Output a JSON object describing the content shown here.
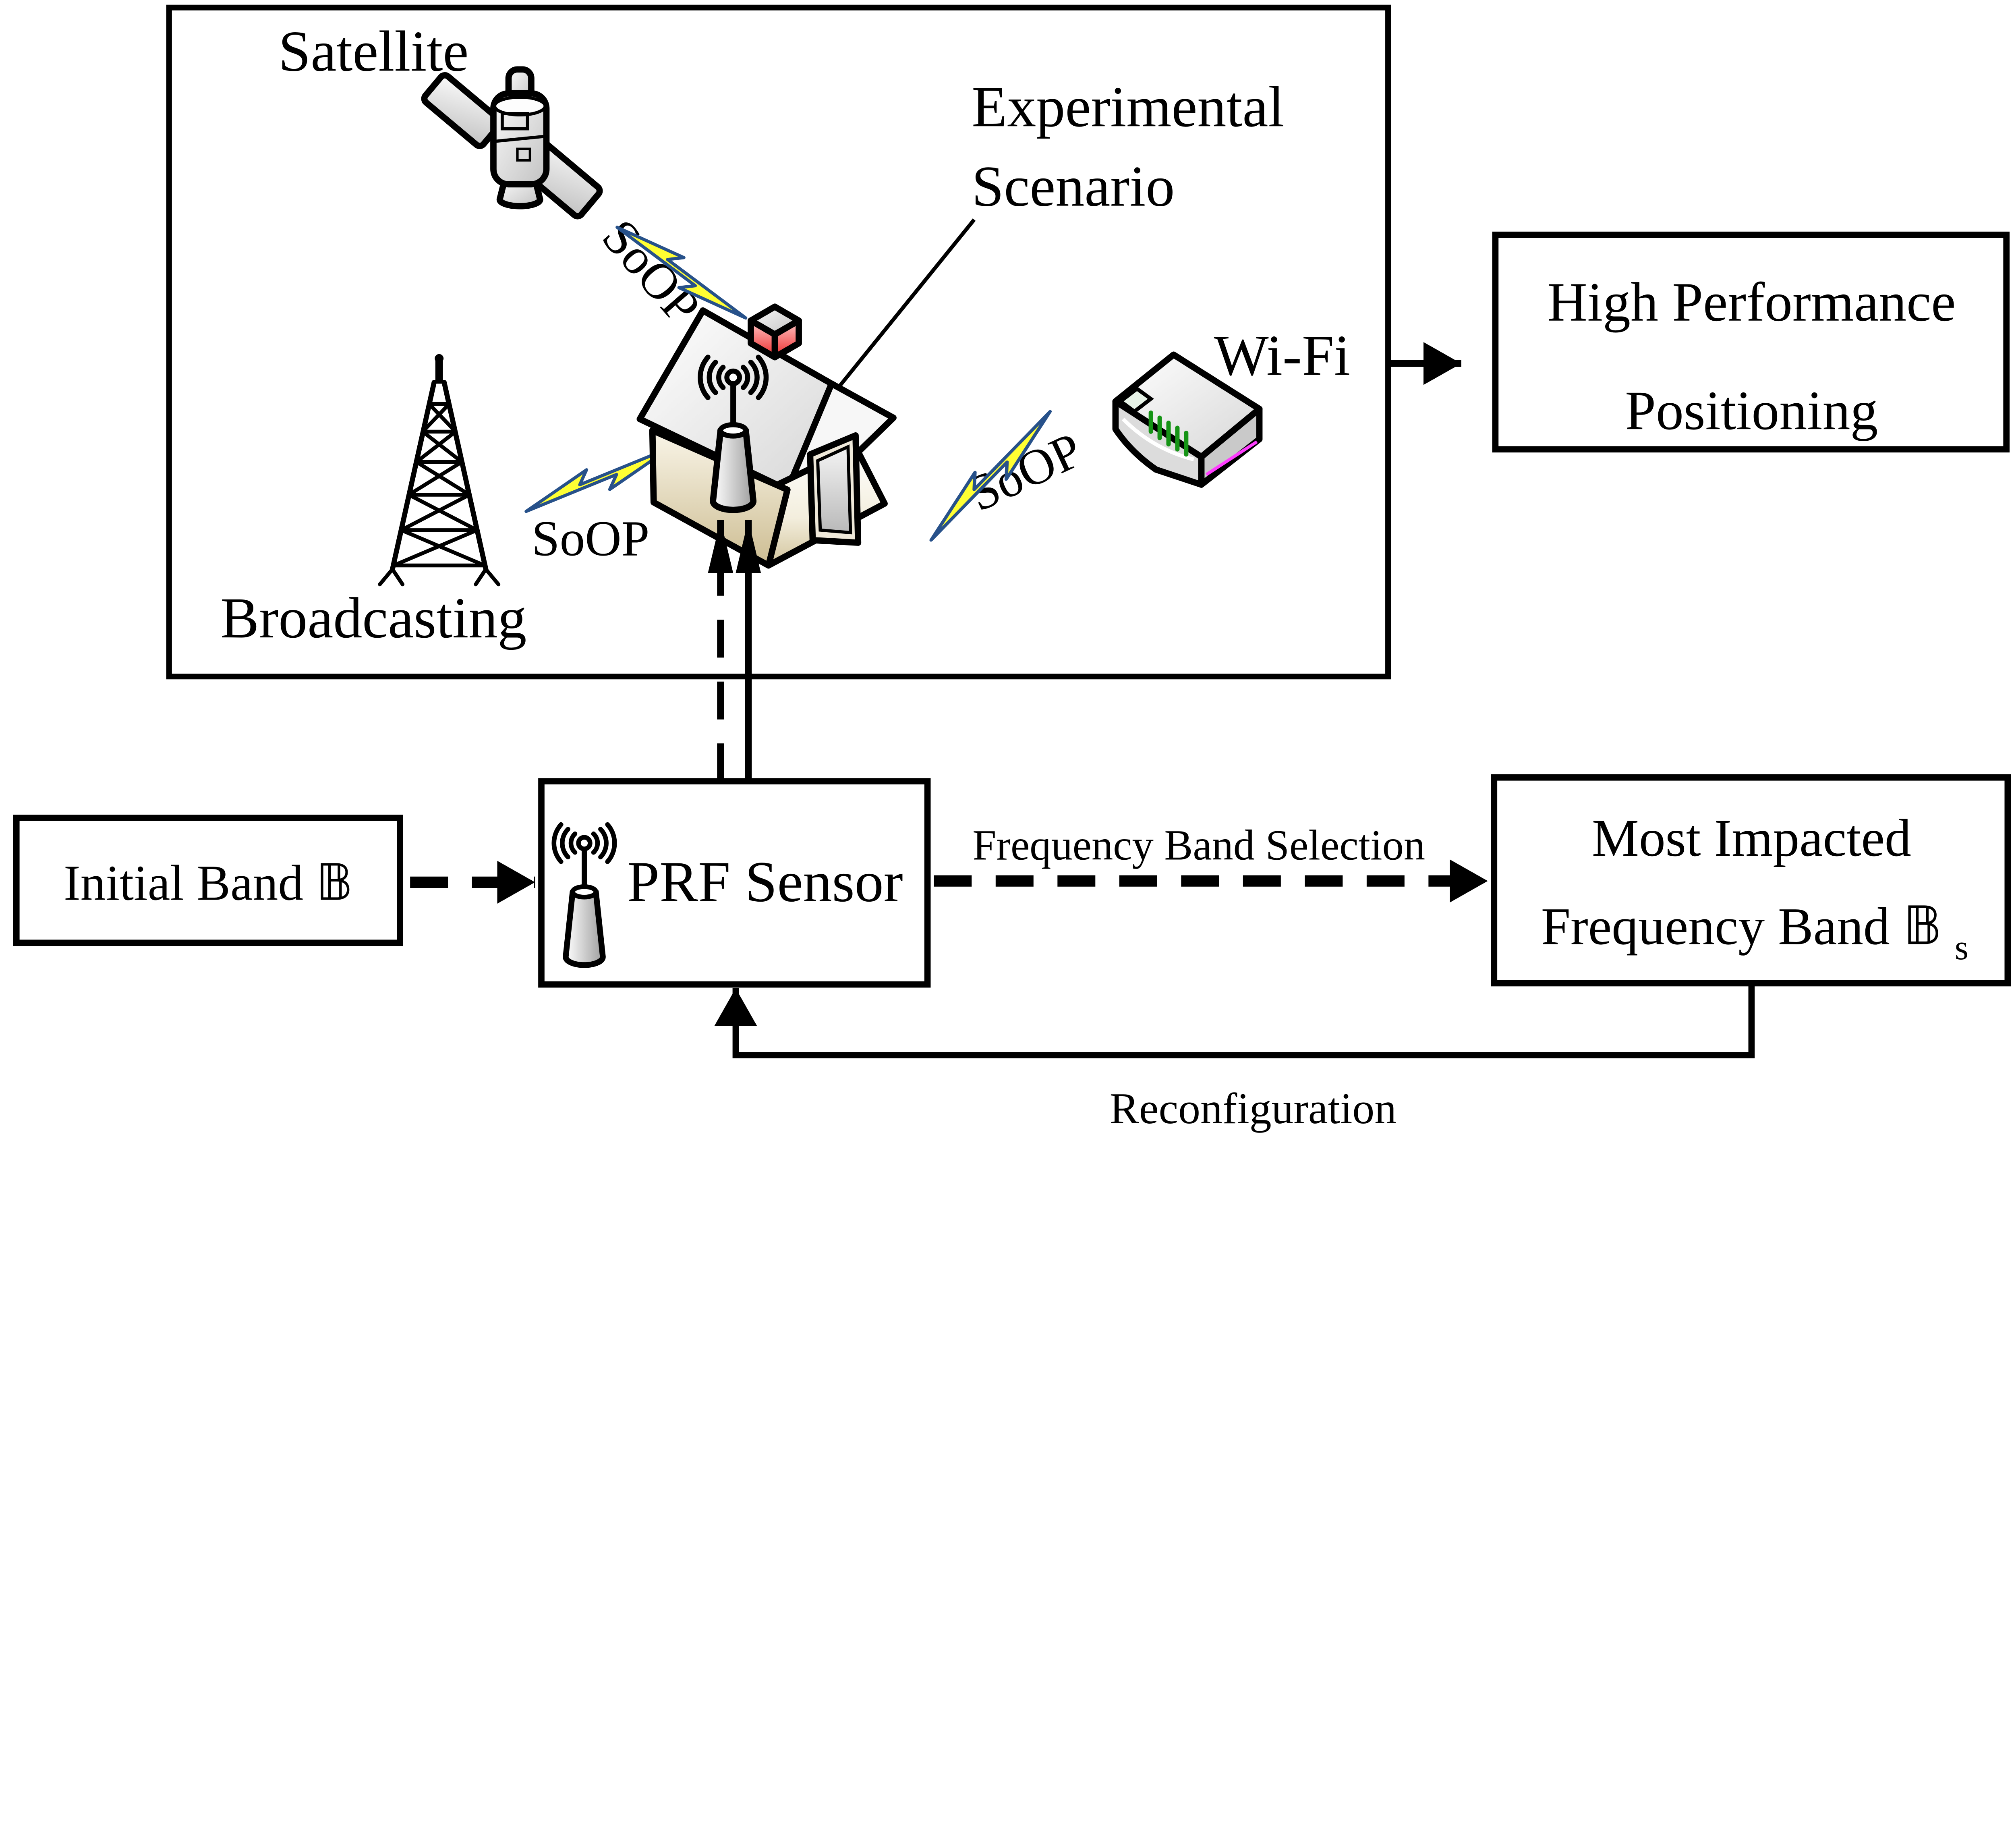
{
  "diagram": {
    "scenario": {
      "title_line1": "Experimental",
      "title_line2": "Scenario"
    },
    "sources": {
      "satellite": {
        "label": "Satellite",
        "signal_label": "SoOP"
      },
      "broadcasting": {
        "label": "Broadcasting",
        "signal_label": "SoOP"
      },
      "wifi": {
        "label": "Wi-Fi",
        "signal_label": "SoOP"
      }
    },
    "boxes": {
      "high_performance": {
        "line1": "High Performance",
        "line2": "Positioning"
      },
      "initial_band": {
        "label": "Initial Band 𝔹"
      },
      "prf_sensor": {
        "label": "PRF Sensor"
      },
      "most_impacted": {
        "line1": "Most Impacted",
        "line2": "Frequency Band 𝔹",
        "subscript": "s"
      }
    },
    "edges": {
      "frequency_band_selection": "Frequency Band Selection",
      "reconfiguration": "Reconfiguration"
    },
    "colors": {
      "ink": "#000000",
      "bolt_fill": "#FFFF33",
      "bolt_stroke": "#27518A",
      "chimney_red": "#EE2B2B",
      "led_green": "#169416",
      "door_magenta": "#FF3DFF"
    },
    "icons": [
      "satellite-icon",
      "broadcasting-tower-icon",
      "wifi-router-icon",
      "house-icon",
      "antenna-icon",
      "lightning-bolt-icon"
    ]
  }
}
